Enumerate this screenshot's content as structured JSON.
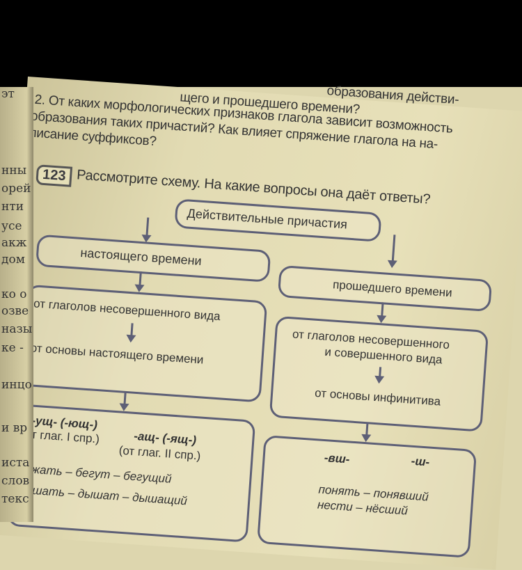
{
  "left_page_fragments": [
    "эт",
    "нны",
    "орей",
    "нти",
    "усе",
    "акж",
    "дом",
    "ко о",
    "озве",
    "назы",
    "ке -",
    "инцо",
    "и вр",
    "иста",
    "слов",
    "текс"
  ],
  "questions": {
    "line0": "образования действи-",
    "line1": "щего и прошедшего времени?",
    "line2": "2. От каких морфологических признаков глагола зависит возможность",
    "line3": "образования таких причастий? Как влияет спряжение глагола на на-",
    "line4": "писание суффиксов?"
  },
  "exercise": {
    "number": "123",
    "task": "Рассмотрите схему. На какие вопросы она даёт ответы?"
  },
  "scheme": {
    "root": "Действительные причастия",
    "present": {
      "title": "настоящего времени",
      "source1": "от глаголов несовершенного вида",
      "source2": "от основы настоящего времени",
      "suffix1": "-ущ- (-ющ-)",
      "suffix1_note": "(от глаг. I спр.)",
      "suffix2": "-ащ- (-ящ-)",
      "suffix2_note": "(от глаг. II спр.)",
      "example1": "бежать – бегут – бегущий",
      "example2": "дышать – дышат – дышащий"
    },
    "past": {
      "title": "прошедшего времени",
      "source1": "от глаголов несовершенного",
      "source1b": "и совершенного вида",
      "source2": "от основы инфинитива",
      "suffix1": "-вш-",
      "suffix2": "-ш-",
      "example1": "понять – понявший",
      "example2": "нести – нёсший"
    }
  }
}
